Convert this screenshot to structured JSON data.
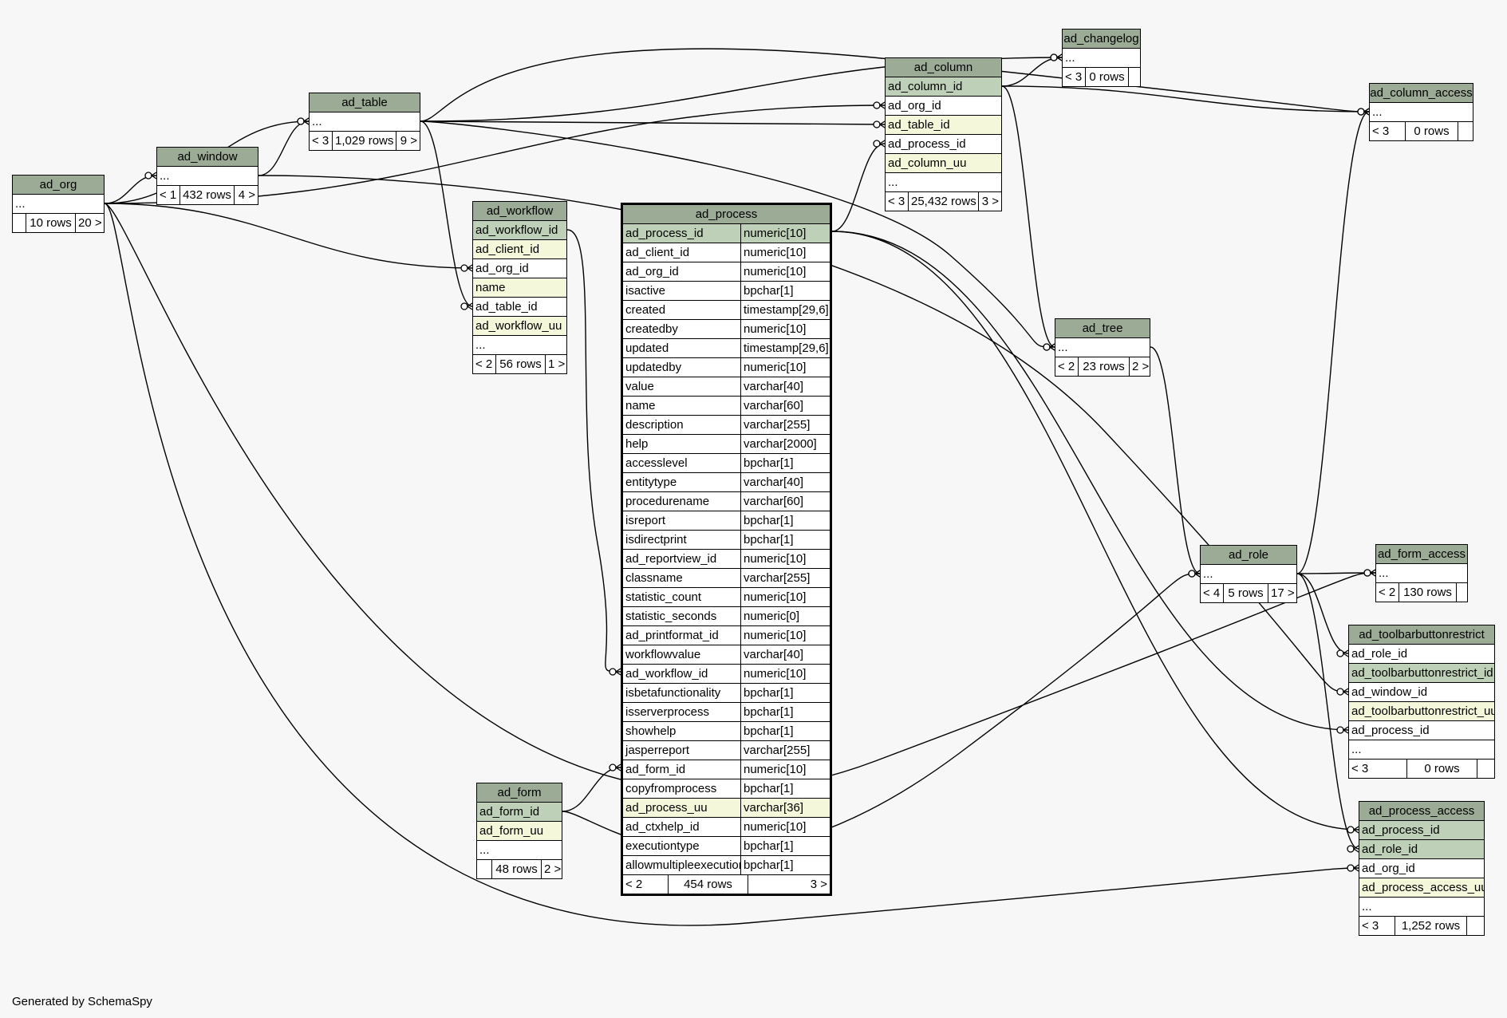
{
  "footer": "Generated by SchemaSpy",
  "colors": {
    "background": "#f7f7f7",
    "header": "#9bab96",
    "primary_key": "#bed1b8",
    "indexed": "#f4f7da",
    "plain": "#ffffff"
  },
  "tables": {
    "ad_org": {
      "name": "ad_org",
      "columns": [
        {
          "name": "...",
          "kind": "plain"
        }
      ],
      "footer": [
        "",
        "10 rows",
        "20 >"
      ]
    },
    "ad_window": {
      "name": "ad_window",
      "columns": [
        {
          "name": "...",
          "kind": "plain"
        }
      ],
      "footer": [
        "< 1",
        "432 rows",
        "4 >"
      ]
    },
    "ad_table": {
      "name": "ad_table",
      "columns": [
        {
          "name": "...",
          "kind": "plain"
        }
      ],
      "footer": [
        "< 3",
        "1,029 rows",
        "9 >"
      ]
    },
    "ad_workflow": {
      "name": "ad_workflow",
      "columns": [
        {
          "name": "ad_workflow_id",
          "kind": "pk"
        },
        {
          "name": "ad_client_id",
          "kind": "idx"
        },
        {
          "name": "ad_org_id",
          "kind": "plain"
        },
        {
          "name": "name",
          "kind": "idx"
        },
        {
          "name": "ad_table_id",
          "kind": "plain"
        },
        {
          "name": "ad_workflow_uu",
          "kind": "idx"
        },
        {
          "name": "...",
          "kind": "plain"
        }
      ],
      "footer": [
        "< 2",
        "56 rows",
        "1 >"
      ]
    },
    "ad_process": {
      "name": "ad_process",
      "columns": [
        {
          "name": "ad_process_id",
          "type": "numeric[10]",
          "kind": "pk"
        },
        {
          "name": "ad_client_id",
          "type": "numeric[10]",
          "kind": "plain"
        },
        {
          "name": "ad_org_id",
          "type": "numeric[10]",
          "kind": "plain"
        },
        {
          "name": "isactive",
          "type": "bpchar[1]",
          "kind": "plain"
        },
        {
          "name": "created",
          "type": "timestamp[29,6]",
          "kind": "plain"
        },
        {
          "name": "createdby",
          "type": "numeric[10]",
          "kind": "plain"
        },
        {
          "name": "updated",
          "type": "timestamp[29,6]",
          "kind": "plain"
        },
        {
          "name": "updatedby",
          "type": "numeric[10]",
          "kind": "plain"
        },
        {
          "name": "value",
          "type": "varchar[40]",
          "kind": "plain"
        },
        {
          "name": "name",
          "type": "varchar[60]",
          "kind": "plain"
        },
        {
          "name": "description",
          "type": "varchar[255]",
          "kind": "plain"
        },
        {
          "name": "help",
          "type": "varchar[2000]",
          "kind": "plain"
        },
        {
          "name": "accesslevel",
          "type": "bpchar[1]",
          "kind": "plain"
        },
        {
          "name": "entitytype",
          "type": "varchar[40]",
          "kind": "plain"
        },
        {
          "name": "procedurename",
          "type": "varchar[60]",
          "kind": "plain"
        },
        {
          "name": "isreport",
          "type": "bpchar[1]",
          "kind": "plain"
        },
        {
          "name": "isdirectprint",
          "type": "bpchar[1]",
          "kind": "plain"
        },
        {
          "name": "ad_reportview_id",
          "type": "numeric[10]",
          "kind": "plain"
        },
        {
          "name": "classname",
          "type": "varchar[255]",
          "kind": "plain"
        },
        {
          "name": "statistic_count",
          "type": "numeric[10]",
          "kind": "plain"
        },
        {
          "name": "statistic_seconds",
          "type": "numeric[0]",
          "kind": "plain"
        },
        {
          "name": "ad_printformat_id",
          "type": "numeric[10]",
          "kind": "plain"
        },
        {
          "name": "workflowvalue",
          "type": "varchar[40]",
          "kind": "plain"
        },
        {
          "name": "ad_workflow_id",
          "type": "numeric[10]",
          "kind": "plain"
        },
        {
          "name": "isbetafunctionality",
          "type": "bpchar[1]",
          "kind": "plain"
        },
        {
          "name": "isserverprocess",
          "type": "bpchar[1]",
          "kind": "plain"
        },
        {
          "name": "showhelp",
          "type": "bpchar[1]",
          "kind": "plain"
        },
        {
          "name": "jasperreport",
          "type": "varchar[255]",
          "kind": "plain"
        },
        {
          "name": "ad_form_id",
          "type": "numeric[10]",
          "kind": "plain"
        },
        {
          "name": "copyfromprocess",
          "type": "bpchar[1]",
          "kind": "plain"
        },
        {
          "name": "ad_process_uu",
          "type": "varchar[36]",
          "kind": "idx"
        },
        {
          "name": "ad_ctxhelp_id",
          "type": "numeric[10]",
          "kind": "plain"
        },
        {
          "name": "executiontype",
          "type": "bpchar[1]",
          "kind": "plain"
        },
        {
          "name": "allowmultipleexecution",
          "type": "bpchar[1]",
          "kind": "plain"
        }
      ],
      "footer": [
        "< 2",
        "454 rows",
        "3 >"
      ]
    },
    "ad_form": {
      "name": "ad_form",
      "columns": [
        {
          "name": "ad_form_id",
          "kind": "pk"
        },
        {
          "name": "ad_form_uu",
          "kind": "idx"
        },
        {
          "name": "...",
          "kind": "plain"
        }
      ],
      "footer": [
        "",
        "48 rows",
        "2 >"
      ]
    },
    "ad_column": {
      "name": "ad_column",
      "columns": [
        {
          "name": "ad_column_id",
          "kind": "pk"
        },
        {
          "name": "ad_org_id",
          "kind": "plain"
        },
        {
          "name": "ad_table_id",
          "kind": "idx"
        },
        {
          "name": "ad_process_id",
          "kind": "plain"
        },
        {
          "name": "ad_column_uu",
          "kind": "idx"
        },
        {
          "name": "...",
          "kind": "plain"
        }
      ],
      "footer": [
        "< 3",
        "25,432 rows",
        "3 >"
      ]
    },
    "ad_changelog": {
      "name": "ad_changelog",
      "columns": [
        {
          "name": "...",
          "kind": "plain"
        }
      ],
      "footer": [
        "< 3",
        "0 rows",
        ""
      ]
    },
    "ad_column_access": {
      "name": "ad_column_access",
      "columns": [
        {
          "name": "...",
          "kind": "plain"
        }
      ],
      "footer": [
        "< 3",
        "0 rows",
        ""
      ]
    },
    "ad_tree": {
      "name": "ad_tree",
      "columns": [
        {
          "name": "...",
          "kind": "plain"
        }
      ],
      "footer": [
        "< 2",
        "23 rows",
        "2 >"
      ]
    },
    "ad_role": {
      "name": "ad_role",
      "columns": [
        {
          "name": "...",
          "kind": "plain"
        }
      ],
      "footer": [
        "< 4",
        "5 rows",
        "17 >"
      ]
    },
    "ad_form_access": {
      "name": "ad_form_access",
      "columns": [
        {
          "name": "...",
          "kind": "plain"
        }
      ],
      "footer": [
        "< 2",
        "130 rows",
        ""
      ]
    },
    "ad_toolbarbuttonrestrict": {
      "name": "ad_toolbarbuttonrestrict",
      "columns": [
        {
          "name": "ad_role_id",
          "kind": "plain"
        },
        {
          "name": "ad_toolbarbuttonrestrict_id",
          "kind": "pk"
        },
        {
          "name": "ad_window_id",
          "kind": "plain"
        },
        {
          "name": "ad_toolbarbuttonrestrict_uu",
          "kind": "idx"
        },
        {
          "name": "ad_process_id",
          "kind": "plain"
        },
        {
          "name": "...",
          "kind": "plain"
        }
      ],
      "footer": [
        "< 3",
        "0 rows",
        ""
      ]
    },
    "ad_process_access": {
      "name": "ad_process_access",
      "columns": [
        {
          "name": "ad_process_id",
          "kind": "pk"
        },
        {
          "name": "ad_role_id",
          "kind": "pk"
        },
        {
          "name": "ad_org_id",
          "kind": "plain"
        },
        {
          "name": "ad_process_access_uu",
          "kind": "idx"
        },
        {
          "name": "...",
          "kind": "plain"
        }
      ],
      "footer": [
        "< 3",
        "1,252 rows",
        ""
      ]
    }
  }
}
